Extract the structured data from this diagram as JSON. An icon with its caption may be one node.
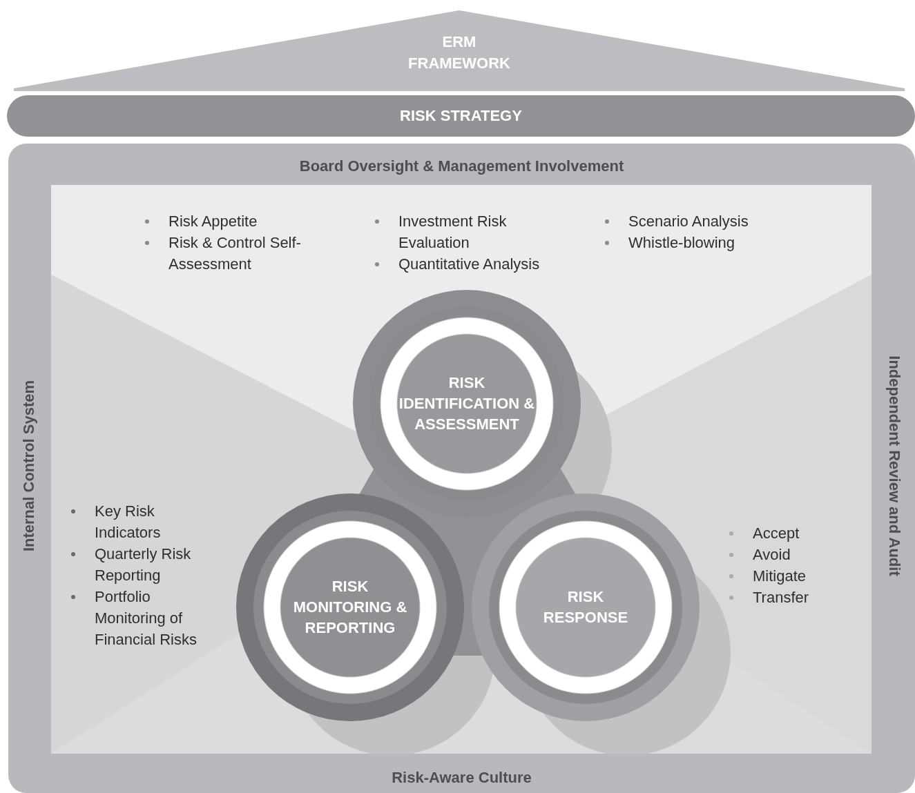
{
  "diagram": {
    "nodes": [
      {
        "text": [
          "ERM FRAMEWORK"
        ]
      },
      {
        "text": [
          "RISK STRATEGY"
        ]
      },
      {
        "text": [
          "Board Oversight & Management Involvement",
          "Internal Control System",
          "Independent Review and Audit",
          "Risk-Aware Culture"
        ]
      },
      {
        "text": [
          "RISK IDENTIFICATION & ASSESSMENT"
        ],
        "in": 2
      },
      {
        "text": [
          "RISK MONITORING & REPORTING"
        ],
        "in": 2
      },
      {
        "text": [
          "RISK RESPONSE"
        ],
        "in": 2
      }
    ],
    "labels": [
      "Risk Appetite",
      "Risk & Control Self-Assessment",
      "Investment Risk Evaluation",
      "Quantitative Analysis",
      "Scenario Analysis",
      "Whistle-blowing",
      "Key Risk Indicators",
      "Quarterly Risk Reporting",
      "Portfolio Monitoring of Financial Risks",
      "Accept",
      "Avoid",
      "Mitigate",
      "Transfer"
    ]
  }
}
